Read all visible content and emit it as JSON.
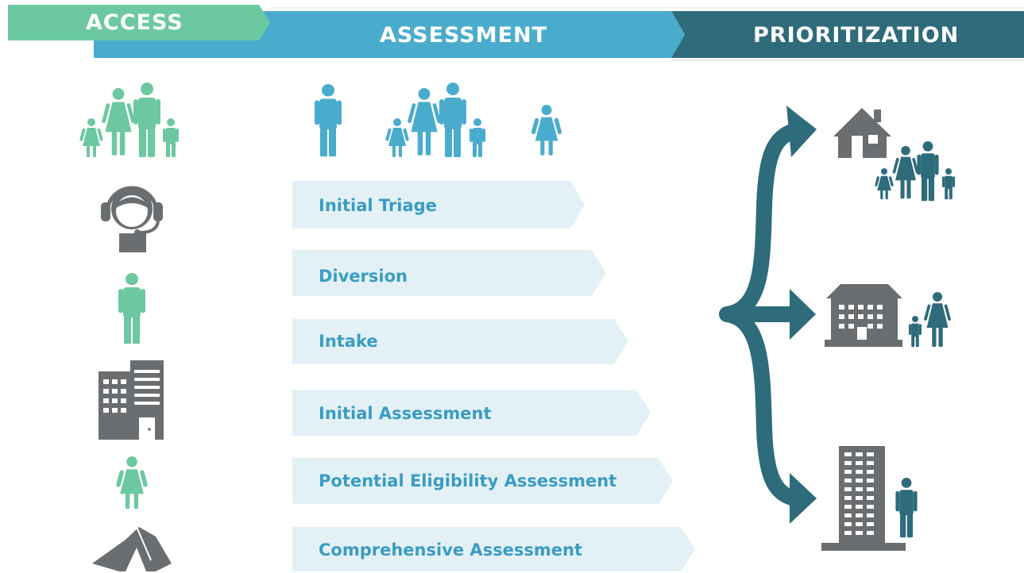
{
  "header": {
    "access_label": "ACCESS",
    "assessment_label": "ASSESSMENT",
    "prioritization_label": "PRIORITIZATION"
  },
  "access_icons": [
    "family-icon",
    "call-center-icon",
    "single-adult-icon",
    "building-icon",
    "child-icon",
    "tent-icon"
  ],
  "assessment": {
    "people_icons": [
      "single-adult-icon",
      "family-icon",
      "child-icon"
    ],
    "steps": [
      "Initial Triage",
      "Diversion",
      "Intake",
      "Initial Assessment",
      "Potential Eligibility Assessment",
      "Comprehensive Assessment"
    ]
  },
  "prioritization": {
    "outcome_icons": [
      "house-family-icon",
      "housing-building-family-icon",
      "apartment-tower-adult-icon"
    ]
  },
  "colors": {
    "access_green": "#6cc8a0",
    "assessment_blue": "#4aaccd",
    "prioritization_teal": "#2e6b7b",
    "step_bg": "#e3f1f6",
    "step_text": "#3a9cc2",
    "icon_gray": "#6b6e70"
  }
}
